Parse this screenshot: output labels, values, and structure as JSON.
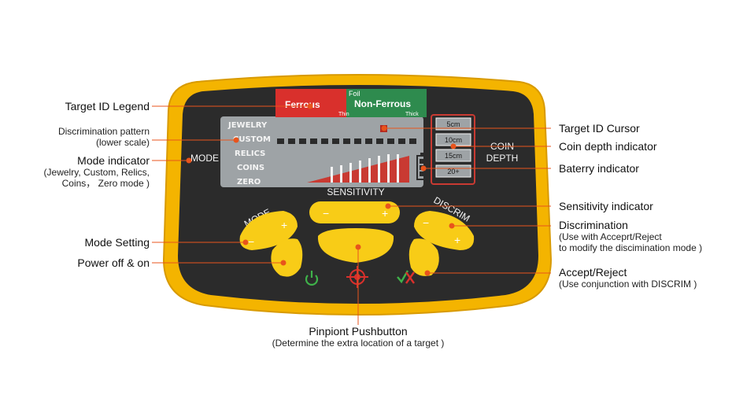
{
  "device": {
    "legend": {
      "ferrous": "Ferrous",
      "foil": "Foil",
      "non_ferrous": "Non-Ferrous",
      "thin": "Thin",
      "thick": "Thick"
    },
    "modes": [
      "JEWELRY",
      "CUSTOM",
      "RELICS",
      "COINS",
      "ZERO"
    ],
    "mode_label": "MODE",
    "depths": [
      "5cm",
      "10cm",
      "15cm",
      "20+"
    ],
    "depth_label_1": "COIN",
    "depth_label_2": "DEPTH",
    "sensitivity_label": "SENSITIVITY",
    "mode_button_label": "MODE",
    "discrim_button_label": "DISCRIM",
    "minus_glyph": "−",
    "plus_glyph": "+",
    "colors": {
      "body": "#f4b400",
      "panel": "#2b2b2b",
      "button": "#f8cc17",
      "accent": "#e8541c",
      "ferrous": "#d9302c",
      "nonferrous": "#2e8b4e"
    }
  },
  "callouts": {
    "target_id_legend": "Target ID Legend",
    "discrimination_pattern_1": "Discrimination pattern",
    "discrimination_pattern_2": "(lower scale)",
    "mode_indicator": "Mode indicator",
    "mode_indicator_sub_1": "(Jewelry, Custom, Relics,",
    "mode_indicator_sub_2": "Coins， Zero mode )",
    "mode_setting": "Mode Setting",
    "power": "Power off & on",
    "pinpoint": "Pinpiont Pushbutton",
    "pinpoint_sub": "(Determine the extra location of a target  )",
    "target_id_cursor": "Target ID Cursor",
    "coin_depth": "Coin depth indicator",
    "battery": "Baterry indicator",
    "sensitivity": "Sensitivity indicator",
    "discrimination": "Discrimination",
    "discrimination_sub_1": "(Use with Acceprt/Reject",
    "discrimination_sub_2": "to modify the discimination mode )",
    "accept_reject": "Accept/Reject",
    "accept_reject_sub": "(Use conjunction with DISCRIM )"
  }
}
